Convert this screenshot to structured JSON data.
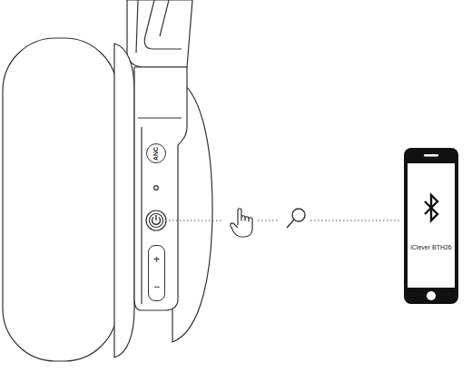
{
  "diagram": {
    "nodes": [
      {
        "text": [
          "ANC"
        ]
      },
      {
        "text": [
          "+",
          "−"
        ]
      },
      {
        "text": [
          "iClever BTH26"
        ]
      }
    ]
  }
}
